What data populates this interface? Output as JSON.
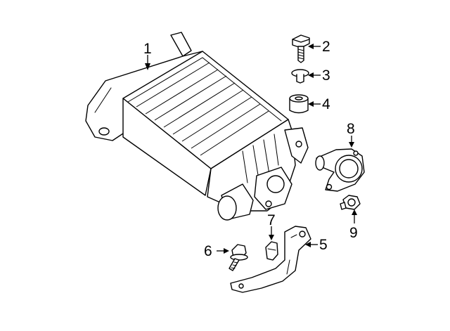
{
  "diagram": {
    "callouts": [
      {
        "id": "1",
        "label": "1",
        "part": "intercooler"
      },
      {
        "id": "2",
        "label": "2",
        "part": "bolt"
      },
      {
        "id": "3",
        "label": "3",
        "part": "washer"
      },
      {
        "id": "4",
        "label": "4",
        "part": "insulator"
      },
      {
        "id": "5",
        "label": "5",
        "part": "bracket"
      },
      {
        "id": "6",
        "label": "6",
        "part": "bolt"
      },
      {
        "id": "7",
        "label": "7",
        "part": "clip"
      },
      {
        "id": "8",
        "label": "8",
        "part": "outlet-pipe"
      },
      {
        "id": "9",
        "label": "9",
        "part": "nut"
      }
    ]
  }
}
